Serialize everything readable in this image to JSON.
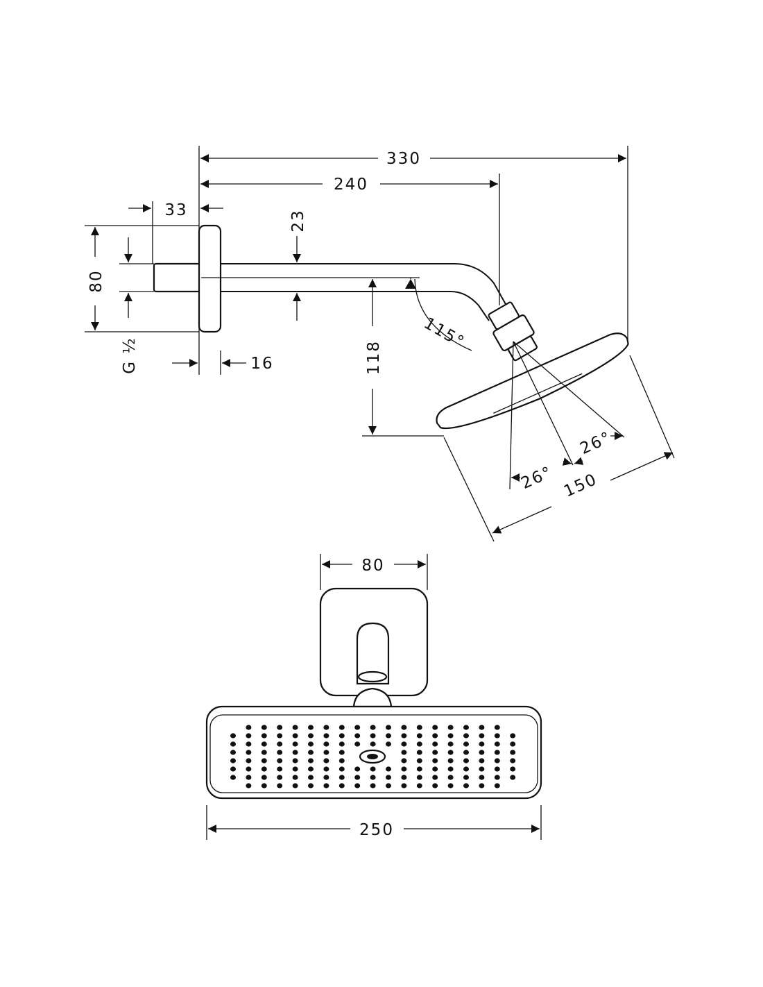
{
  "side_view": {
    "dim_total_length": "330",
    "dim_arm_length": "240",
    "dim_nipple_length": "33",
    "dim_arm_diameter": "23",
    "dim_plate_height": "80",
    "dim_head_drop": "118",
    "dim_arm_angle": "115°",
    "thread_label": "G ½",
    "dim_plate_depth": "16",
    "dim_tilt_left": "26°",
    "dim_tilt_right": "26°",
    "dim_head_depth": "150"
  },
  "front_view": {
    "dim_plate_width": "80",
    "dim_head_width": "250"
  }
}
